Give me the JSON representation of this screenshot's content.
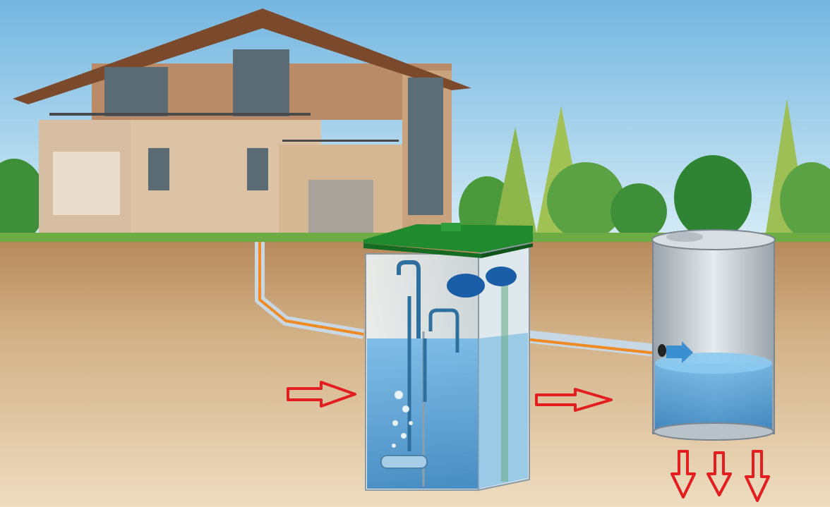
{
  "diagram": {
    "flow_arrows": [
      {
        "id": "inflow-arrow",
        "direction": "right",
        "color": "#e41e1e"
      },
      {
        "id": "outflow-arrow",
        "direction": "right",
        "color": "#e41e1e"
      },
      {
        "id": "drain-arrow-1",
        "direction": "down",
        "color": "#e41e1e"
      },
      {
        "id": "drain-arrow-2",
        "direction": "down",
        "color": "#e41e1e"
      },
      {
        "id": "drain-arrow-3",
        "direction": "down",
        "color": "#e41e1e"
      }
    ],
    "colors": {
      "sky_top": "#74b6e0",
      "sky_bottom": "#d6ecf6",
      "soil": "#c9a57a",
      "grass": "#6dab45",
      "tank_lid": "#1f8a2e",
      "water": "#4d9fd6",
      "pipe": "#c8d7e4",
      "pipe_stripe": "#f08a24",
      "arrow": "#e41e1e"
    }
  }
}
